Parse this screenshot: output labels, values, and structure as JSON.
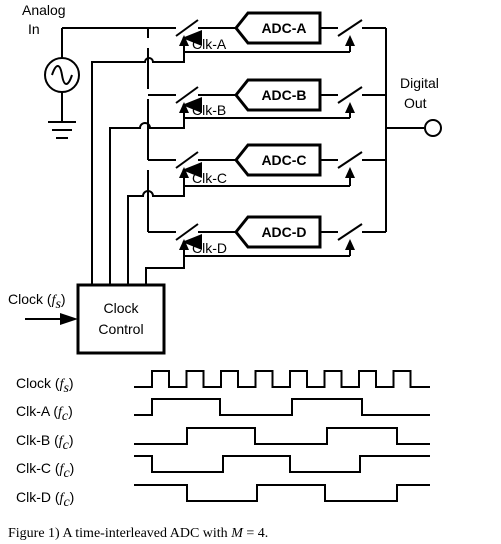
{
  "labels": {
    "analog_in_line1": "Analog",
    "analog_in_line2": "In",
    "digital_out_line1": "Digital",
    "digital_out_line2": "Out",
    "clock_input": "Clock (",
    "clock_input_var": "f",
    "clock_input_sub": "s",
    "clock_input_close": ")",
    "clock_control_line1": "Clock",
    "clock_control_line2": "Control"
  },
  "channels": [
    {
      "adc": "ADC-A",
      "clk": "Clk-A"
    },
    {
      "adc": "ADC-B",
      "clk": "Clk-B"
    },
    {
      "adc": "ADC-C",
      "clk": "Clk-C"
    },
    {
      "adc": "ADC-D",
      "clk": "Clk-D"
    }
  ],
  "timing": {
    "rows": [
      {
        "name": "Clock (",
        "var": "f",
        "sub": "s",
        "close": ")"
      },
      {
        "name": "Clk-A (",
        "var": "f",
        "sub": "c",
        "close": ")"
      },
      {
        "name": "Clk-B (",
        "var": "f",
        "sub": "c",
        "close": ")"
      },
      {
        "name": "Clk-C (",
        "var": "f",
        "sub": "c",
        "close": ")"
      },
      {
        "name": "Clk-D (",
        "var": "f",
        "sub": "c",
        "close": ")"
      }
    ]
  },
  "caption": {
    "prefix": "Figure 1) A time-interleaved ADC with ",
    "var": "M",
    "suffix": " = 4."
  }
}
